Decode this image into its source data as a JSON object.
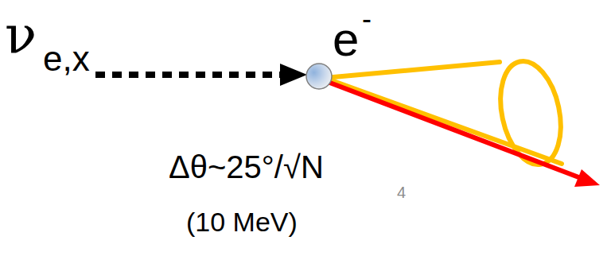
{
  "diagram": {
    "labels": [
      "ν",
      "e,x",
      "e",
      "-",
      "Δθ~25°/√N",
      "(10 MeV)",
      "4"
    ]
  }
}
